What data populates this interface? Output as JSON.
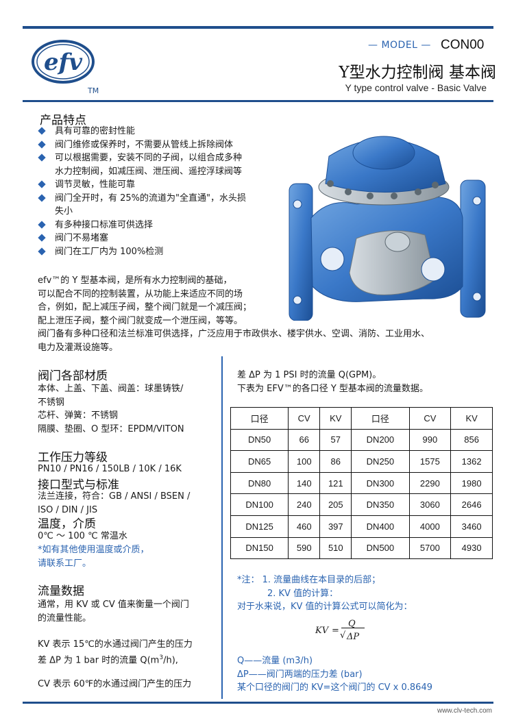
{
  "header": {
    "brand": "efv",
    "tm": "TM",
    "model_label": "— MODEL —",
    "model_code": "CON00",
    "title_cn": "Y型水力控制阀  基本阀",
    "title_en": "Y type control valve - Basic Valve"
  },
  "features": {
    "heading": "产品特点",
    "items": [
      [
        "具有可靠的密封性能"
      ],
      [
        "阀门维修或保养时，不需要从管线上拆除阀体"
      ],
      [
        "可以根据需要，安装不同的子阀，以组合成多种",
        "水力控制阀，如减压阀、泄压阀、遥控浮球阀等"
      ],
      [
        "调节灵敏，性能可靠"
      ],
      [
        "阀门全开时，有  25%的流道为\"全直通\"，水头损",
        "失小"
      ],
      [
        "有多种接口标准可供选择"
      ],
      [
        "阀门不易堵塞"
      ],
      [
        "阀门在工厂内为 100%检测"
      ]
    ]
  },
  "intro": {
    "lines": [
      "        efv™的 Y 型基本阀，是所有水力控制阀的基础，",
      "可以配合不同的控制装置，从功能上来适应不同的场",
      "合，例如，配上减压子阀，整个阀门就是一个减压阀；",
      "配上泄压子阀，整个阀门就变成一个泄压阀，等等。",
      "阀门备有多种口径和法兰标准可供选择，广泛应用于市政供水、楼宇供水、空调、消防、工业用水、",
      "电力及灌溉设施等。"
    ]
  },
  "materials": {
    "heading": "阀门各部材质",
    "lines": [
      "本体、上盖、下盖、阀盖：球墨铸铁/",
      "    不锈钢",
      "芯杆、弹簧：不锈钢",
      "隔膜、垫圈、O 型环：EPDM/VITON"
    ]
  },
  "pressure": {
    "heading": "工作压力等级",
    "text": "PN10 / PN16 / 150LB / 10K / 16K"
  },
  "connection": {
    "heading": "接口型式与标准",
    "lines": [
      "法兰连接，符合：GB / ANSI / BSEN /",
      "    ISO / DIN / JIS"
    ]
  },
  "temperature": {
    "heading": "温度，介质",
    "text": "0℃  ～  100 ℃  常温水",
    "note_lines": [
      "*如有其他使用温度或介质，",
      "   请联系工厂。"
    ]
  },
  "flow": {
    "heading": "流量数据",
    "lines_a": [
      "通常，用 KV 或 CV 值来衡量一个阀门",
      "的流量性能。"
    ],
    "kv_line1": "KV 表示 15℃的水通过阀门产生的压力",
    "kv_line2a": "差 ΔP 为  1 bar 时的流量 Q(m",
    "kv_sup": "3",
    "kv_line2b": "/h),",
    "cv_line1": "CV 表示 60℉的水通过阀门产生的压力",
    "cv_line2": "差  ΔP 为  1 PSI 时的流量 Q(GPM)。",
    "table_intro": "下表为 EFV™的各口径 Y 型基本阀的流量数据。"
  },
  "table": {
    "headers": [
      "口径",
      "CV",
      "KV",
      "口径",
      "CV",
      "KV"
    ],
    "rows": [
      [
        "DN50",
        "66",
        "57",
        "DN200",
        "990",
        "856"
      ],
      [
        "DN65",
        "100",
        "86",
        "DN250",
        "1575",
        "1362"
      ],
      [
        "DN80",
        "140",
        "121",
        "DN300",
        "2290",
        "1980"
      ],
      [
        "DN100",
        "240",
        "205",
        "DN350",
        "3060",
        "2646"
      ],
      [
        "DN125",
        "460",
        "397",
        "DN400",
        "4000",
        "3460"
      ],
      [
        "DN150",
        "590",
        "510",
        "DN500",
        "5700",
        "4930"
      ]
    ]
  },
  "notes": {
    "line1": "*注：  1.  流量曲线在本目录的后部；",
    "line2": "2. KV 值的计算：",
    "line3": "对于水来说，KV 值的计算公式可以简化为：",
    "formula_lhs": "KV",
    "formula_eq": "=",
    "formula_num": "Q",
    "formula_den": "ΔP",
    "legend": [
      "Q——流量  (m3/h)",
      "ΔP——阀门两端的压力差 (bar)",
      "某个口径的阀门的 KV=这个阀门的 CV x 0.8649"
    ]
  },
  "footer": {
    "url": "www.clv-tech.com"
  },
  "colors": {
    "brand_blue": "#1f4e8c",
    "accent_blue": "#2a63b0",
    "valve_blue": "#3a78c8",
    "valve_gray": "#9aa5ad"
  }
}
